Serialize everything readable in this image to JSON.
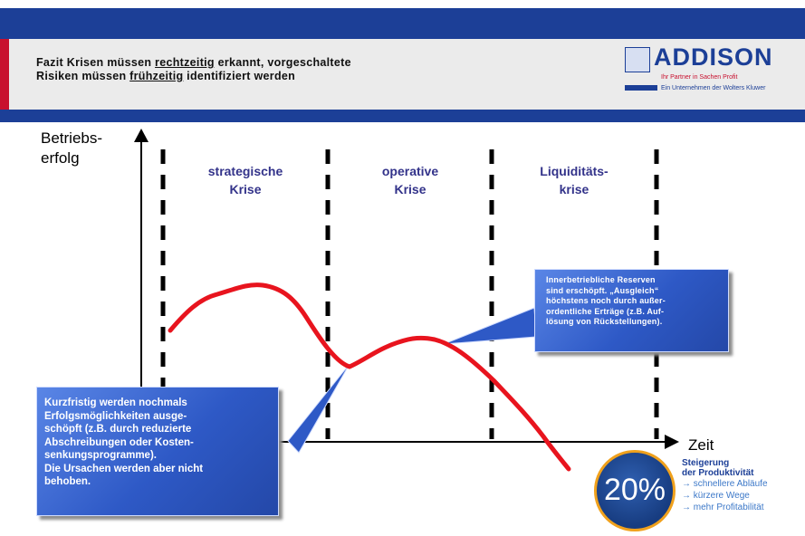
{
  "header": {
    "title_line1_a": "Fazit Krisen müssen ",
    "title_line1_u": "rechtzeitig",
    "title_line1_b": " erkannt, vorgeschaltete",
    "title_line2_a": "Risiken müssen ",
    "title_line2_u": "frühzeitig",
    "title_line2_b": " identifiziert werden",
    "logo_text": "ADDISON",
    "logo_tagline": "Ihr Partner in Sachen Profit",
    "logo_subline": "Ein Unternehmen der Wolters Kluwer"
  },
  "axes": {
    "y_label": "Betriebs-\nerfolg",
    "x_label": "Zeit"
  },
  "phases": [
    {
      "label": "strategische\nKrise"
    },
    {
      "label": "operative\nKrise"
    },
    {
      "label": "Liquiditäts-\nkrise"
    }
  ],
  "callouts": {
    "left": "Kurzfristig werden nochmals\nErfolgsmöglichkeiten ausge-\nschöpft (z.B. durch reduzierte\nAbschreibungen oder Kosten-\nsenkungsprogramme).\nDie Ursachen werden aber nicht\nbehoben.",
    "right": "Innerbetriebliche Reserven\nsind erschöpft. „Ausgleich“\nhöchstens noch durch außer-\nordentliche Erträge (z.B. Auf-\nlösung von Rückstellungen)."
  },
  "badge": {
    "value": "20%",
    "title": "Steigerung\nder Produktivität",
    "items": [
      "→ schnellere Abläufe",
      "→ kürzere Wege",
      "→ mehr Profitabilität"
    ]
  },
  "colors": {
    "header_blue": "#1c3f97",
    "accent_red": "#c8102e",
    "curve_red": "#e8141e",
    "phase_text": "#33338a",
    "callout_blue": "#2e59c6",
    "badge_ring": "#f0a11c"
  }
}
